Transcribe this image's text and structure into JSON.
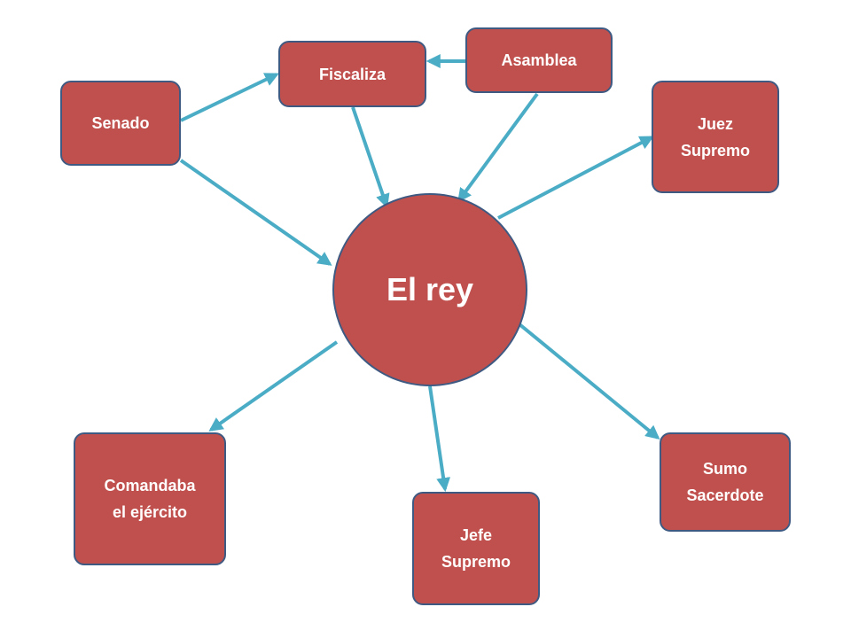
{
  "diagram": {
    "center": {
      "label": "El rey"
    },
    "nodes": {
      "senado": {
        "label": "Senado"
      },
      "fiscaliza": {
        "label": "Fiscaliza"
      },
      "asamblea": {
        "label": "Asamblea"
      },
      "juez": {
        "label": "Juez\nSupremo"
      },
      "comandaba": {
        "label": "Comandaba\nel ejército"
      },
      "jefe": {
        "label": "Jefe\nSupremo"
      },
      "sumo": {
        "label": "Sumo\nSacerdote"
      }
    },
    "edges": [
      {
        "from": "senado",
        "to": "fiscaliza"
      },
      {
        "from": "asamblea",
        "to": "fiscaliza"
      },
      {
        "from": "senado",
        "to": "rey"
      },
      {
        "from": "fiscaliza",
        "to": "rey"
      },
      {
        "from": "asamblea",
        "to": "rey"
      },
      {
        "from": "rey",
        "to": "juez"
      },
      {
        "from": "rey",
        "to": "comandaba"
      },
      {
        "from": "rey",
        "to": "jefe"
      },
      {
        "from": "rey",
        "to": "sumo"
      }
    ],
    "colors": {
      "node_fill": "#c0504d",
      "node_border": "#3f5a82",
      "arrow": "#4bacc6",
      "text": "#ffffff"
    }
  }
}
